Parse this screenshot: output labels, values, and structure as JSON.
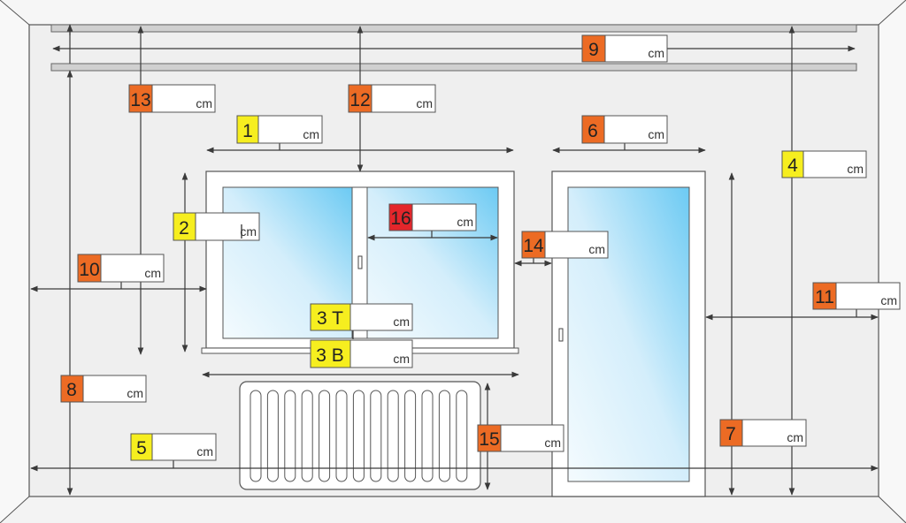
{
  "colors": {
    "yellow": "#f6ee1f",
    "orange": "#ec6b24",
    "red": "#e4262b",
    "line": "#3a3a3a",
    "wall": "#f0f0f0",
    "glass_light": "#e9f6fd",
    "glass_dark": "#6ccaf3"
  },
  "measurements": [
    {
      "number": "1",
      "unit": "cm",
      "color": "yellow"
    },
    {
      "number": "2",
      "unit": "cm",
      "color": "yellow"
    },
    {
      "number": "3 T",
      "unit": "cm",
      "color": "yellow"
    },
    {
      "number": "3 B",
      "unit": "cm",
      "color": "orange"
    },
    {
      "number": "4",
      "unit": "cm",
      "color": "yellow"
    },
    {
      "number": "5",
      "unit": "cm",
      "color": "yellow"
    },
    {
      "number": "6",
      "unit": "cm",
      "color": "orange"
    },
    {
      "number": "7",
      "unit": "cm",
      "color": "orange"
    },
    {
      "number": "8",
      "unit": "cm",
      "color": "orange"
    },
    {
      "number": "9",
      "unit": "cm",
      "color": "orange"
    },
    {
      "number": "10",
      "unit": "cm",
      "color": "orange"
    },
    {
      "number": "11",
      "unit": "cm",
      "color": "orange"
    },
    {
      "number": "12",
      "unit": "cm",
      "color": "orange"
    },
    {
      "number": "13",
      "unit": "cm",
      "color": "orange"
    },
    {
      "number": "14",
      "unit": "cm",
      "color": "orange"
    },
    {
      "number": "15",
      "unit": "cm",
      "color": "orange"
    },
    {
      "number": "16",
      "unit": "cm",
      "color": "red"
    }
  ]
}
